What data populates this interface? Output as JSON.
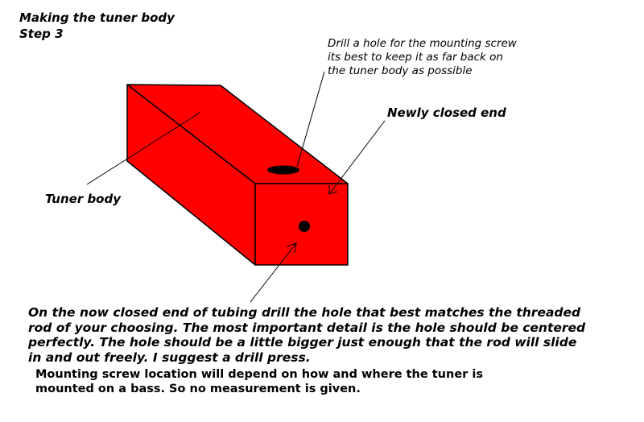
{
  "title": [
    "Making the tuner body",
    "Step 3"
  ],
  "annotations": {
    "mounting_screw": [
      "Drill a hole for the mounting screw",
      "its best to keep it as far back on",
      "the tuner body as possible"
    ],
    "closed_end": "Newly closed end",
    "tuner_body": "Tuner body"
  },
  "notes": {
    "end_hole": [
      "On the now closed end  of tubing drill the hole that best matches the threaded",
      "rod of your choosing. The most important detail is the hole should be centered",
      "perfectly. The hole should be a little bigger just enough that the rod will slide",
      "in and out freely. I suggest a drill press."
    ],
    "screw_location": [
      "Mounting screw location will depend on how and where the tuner is",
      "mounted on a bass. So no measurement is given."
    ]
  },
  "colors": {
    "body": "#ff0000",
    "outline": "#000000",
    "hole": "#000000",
    "background": "#ffffff"
  }
}
